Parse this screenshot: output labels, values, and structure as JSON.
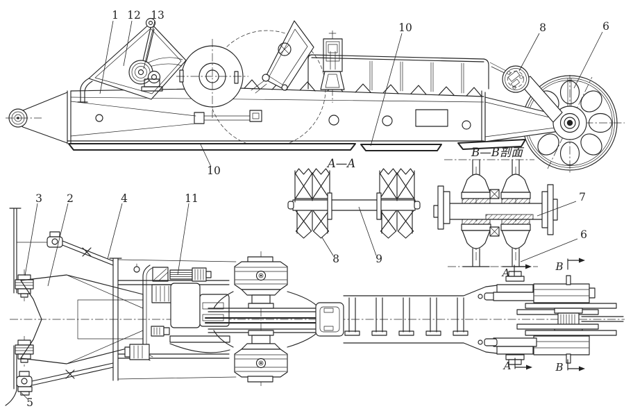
{
  "drawing": {
    "background": "#ffffff",
    "ink": "#222222",
    "part_labels": {
      "n1": "1",
      "n2": "2",
      "n3": "3",
      "n4": "4",
      "n5": "5",
      "n6": "6",
      "n7": "7",
      "n8": "8",
      "n9": "9",
      "n10": "10",
      "n11": "11",
      "n12": "12",
      "n13": "13"
    },
    "section_titles": {
      "aa": "A—A",
      "bb": "B—B剖面"
    },
    "cut_letters": {
      "a": "A",
      "b": "B"
    }
  }
}
